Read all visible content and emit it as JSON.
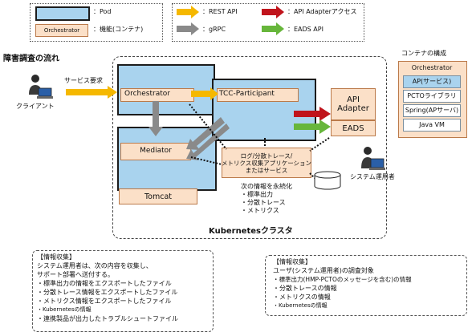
{
  "legend": {
    "pod": "：Pod",
    "orchestrator_sample": "Orchestrator",
    "function": "：機能(コンテナ)",
    "rest_api": "：REST API",
    "grpc": "：gRPC",
    "api_adapter_access": "：API Adapterアクセス",
    "eads_api": "：EADS API"
  },
  "title": "障害調査の流れ",
  "client": {
    "label": "クライアント",
    "request": "サービス要求"
  },
  "nodes": {
    "orchestrator": "Orchestrator",
    "tcc": "TCC-Participant",
    "mediator": "Mediator",
    "tomcat": "Tomcat",
    "api_adapter": "API\nAdapter",
    "eads": "EADS",
    "log_app": "ログ/分散トレース/\nメトリクス収集アプリケーション\nまたはサービス"
  },
  "persist": {
    "title": "次の情報を永続化",
    "items": [
      "・標準出力",
      "・分散トレース",
      "・メトリクス"
    ]
  },
  "cluster_label": "Kubernetesクラスタ",
  "sys_operator": "システム運用者",
  "container_config": {
    "title": "コンテナの構成",
    "layers": [
      "Orchestrator",
      "AP(サービス)",
      "PCTOライブラリ",
      "Spring(APサーバ)",
      "Java VM"
    ]
  },
  "note_left": {
    "lines": [
      "【情報収集】",
      "システム運用者は、次の内容を収集し、",
      "サポート部署へ送付する。",
      "・標準出力の情報をエクスポートしたファイル",
      "・分散トレース情報をエクスポートしたファイル",
      "・メトリクス情報をエクスポートしたファイル",
      "・Kubernetesの情報",
      "・連携製品が出力したトラブルシュートファイル"
    ]
  },
  "note_right": {
    "lines": [
      "【情報収集】",
      "ユーザ(システム運用者)の調査対象",
      "・標準出力(HMP-PCTOのメッセージを含む)の情報",
      "・分散トレースの情報",
      "・メトリクスの情報",
      "・Kubernetesの情報"
    ]
  },
  "colors": {
    "rest": "#f5b800",
    "grpc": "#8a8a8a",
    "adapter": "#c0141c",
    "eads": "#67b63b",
    "pod": "#a9d3ee",
    "func": "#fbe0c8"
  }
}
